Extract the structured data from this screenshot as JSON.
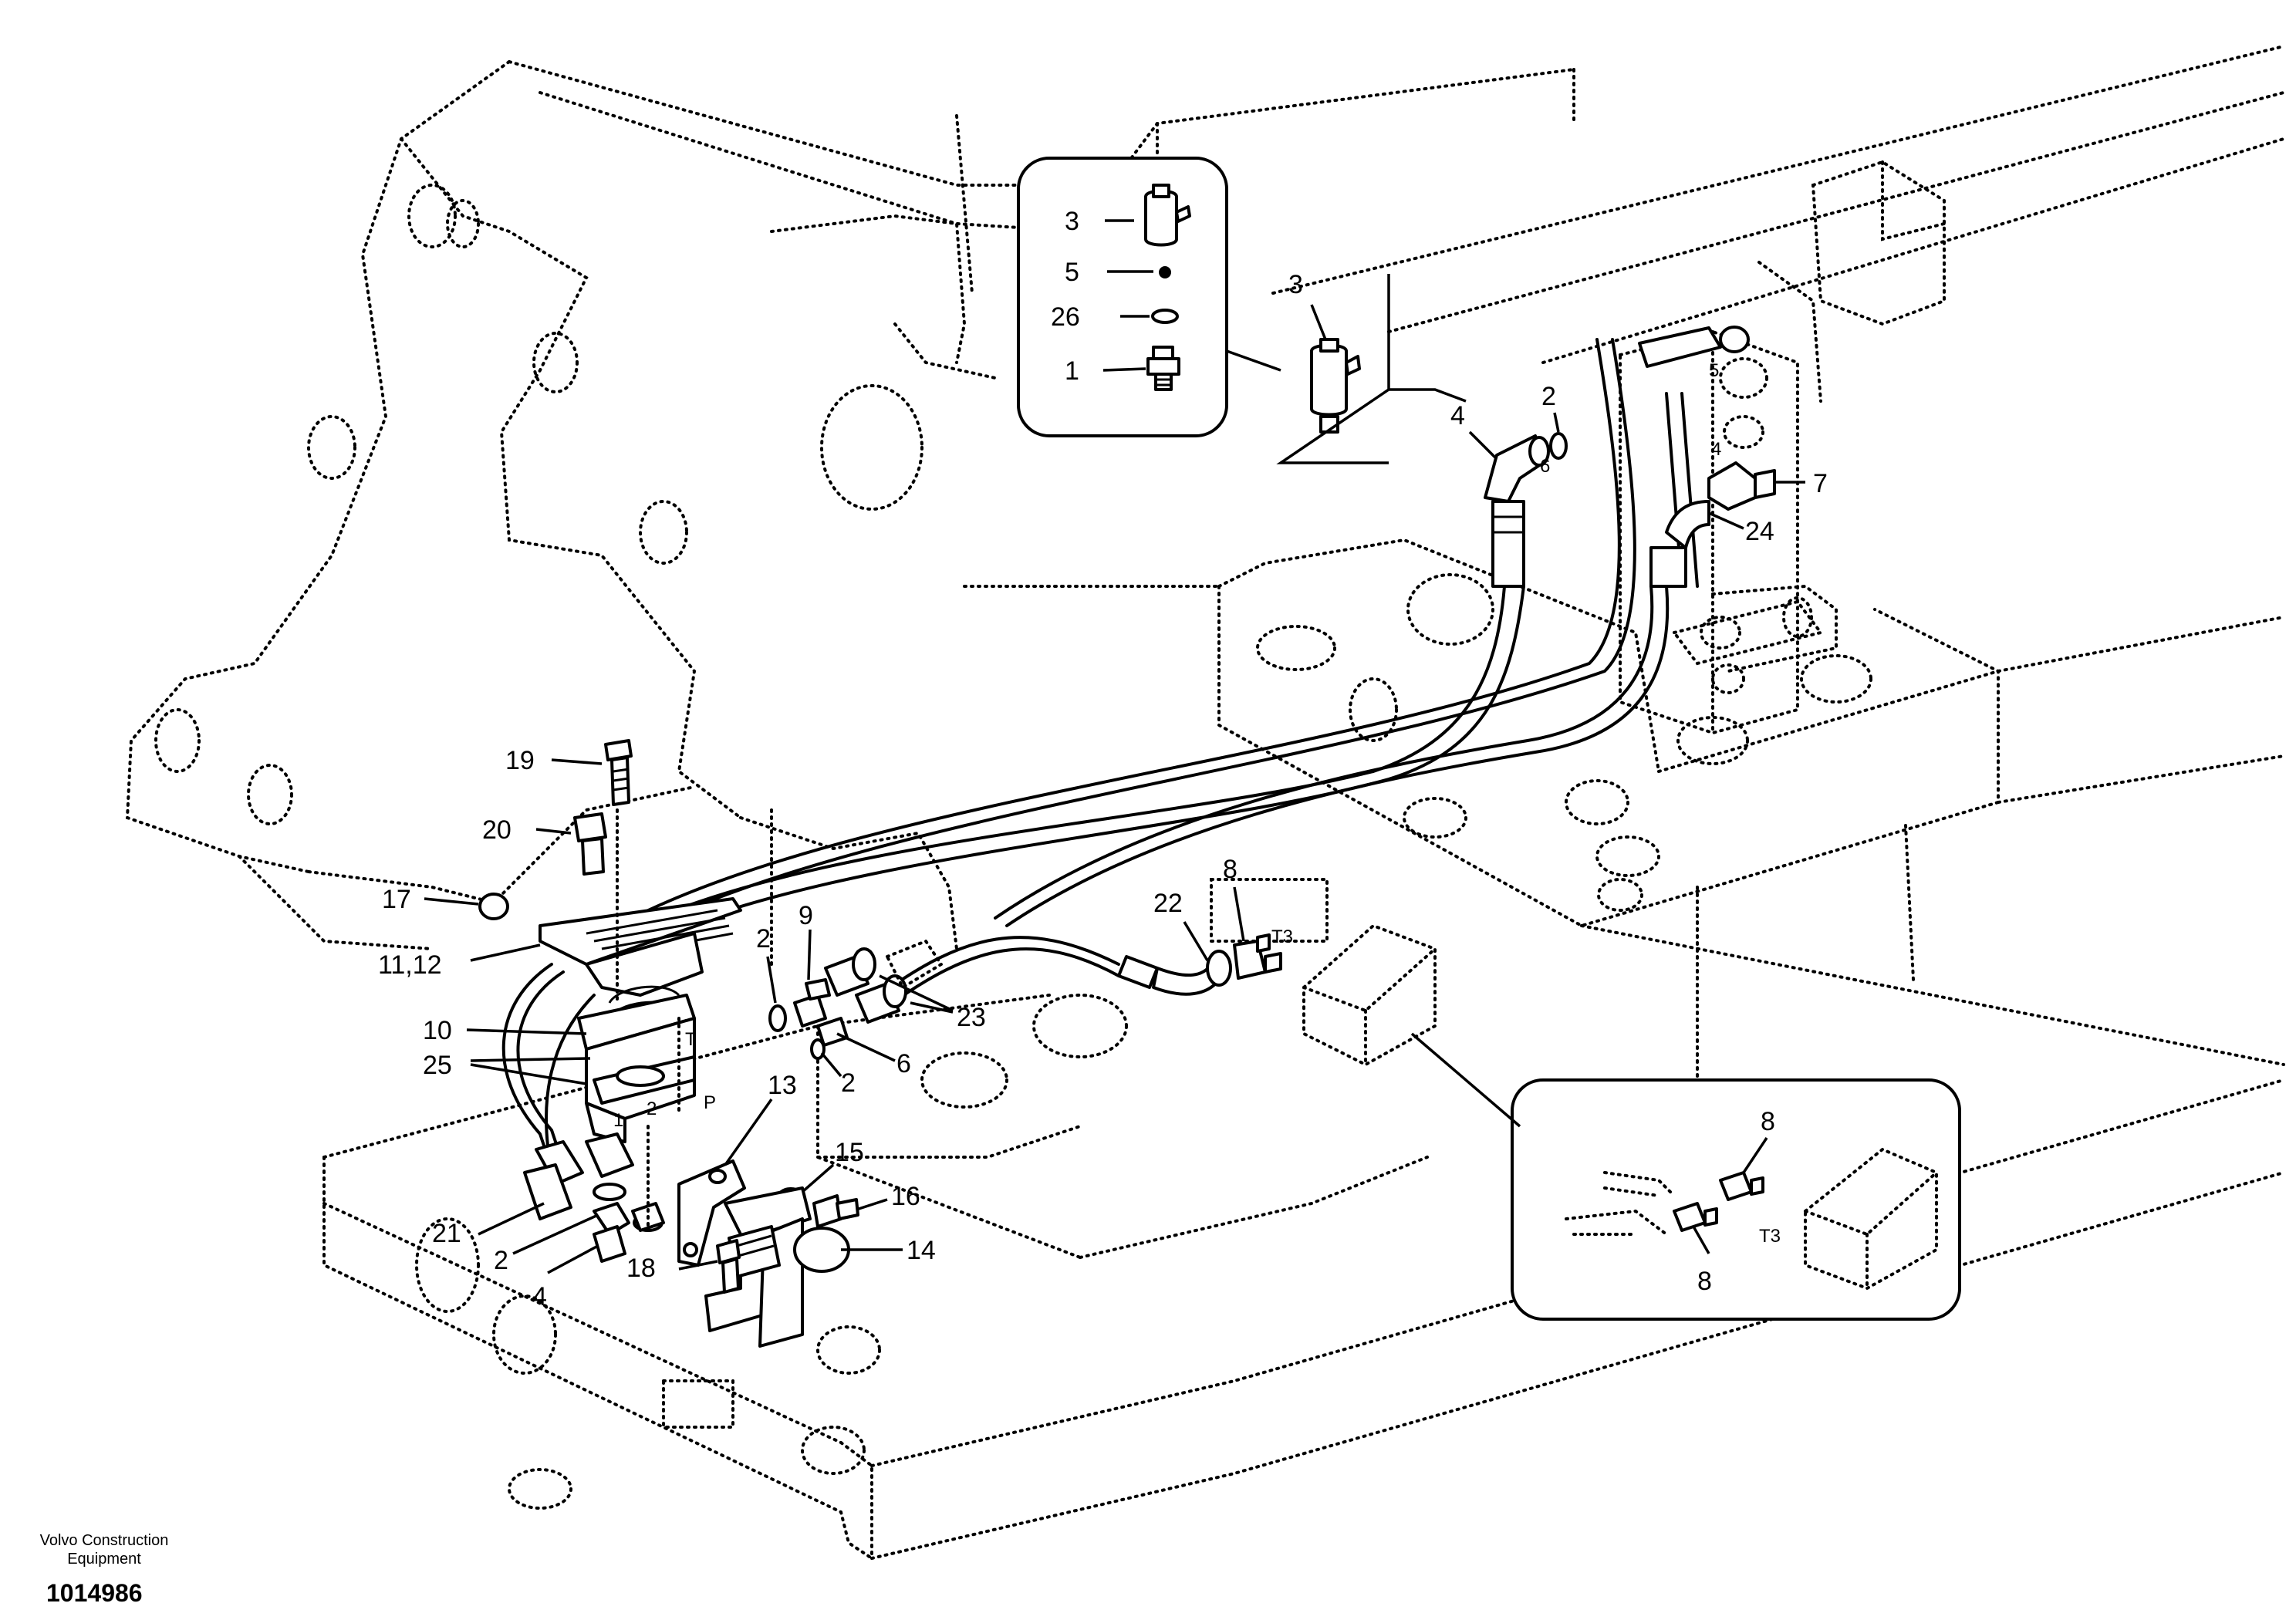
{
  "footer": {
    "brand_line1": "Volvo Construction",
    "brand_line2": "Equipment",
    "document_number": "1014986"
  },
  "callouts": {
    "inset_top": [
      "3",
      "5",
      "26",
      "1"
    ],
    "main": [
      "3",
      "4",
      "2",
      "6",
      "5",
      "4",
      "7",
      "24",
      "19",
      "20",
      "17",
      "11,12",
      "10",
      "25",
      "9",
      "2",
      "23",
      "6",
      "2",
      "13",
      "15",
      "16",
      "14",
      "18",
      "21",
      "2",
      "4",
      "22",
      "8"
    ],
    "inset_bottom": [
      "8",
      "8"
    ]
  },
  "port_marks": {
    "t": "T",
    "p": "P",
    "port1": "1",
    "port2": "2",
    "t3_main": "T3",
    "t3_inset": "T3",
    "valve_6": "6",
    "valve_5": "5",
    "valve_4": "4"
  }
}
